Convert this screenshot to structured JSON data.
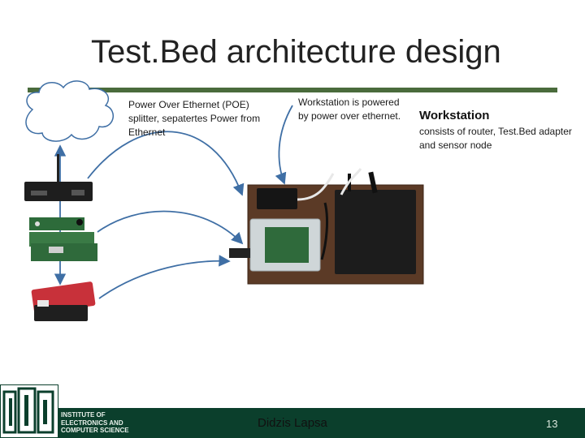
{
  "slide": {
    "title": "Test.Bed architecture design",
    "poe_text": "Power Over Ethernet (POE) splitter, sepatertes Power from Ethernet",
    "workstation_power_text": "Workstation is powered by power over ethernet.",
    "workstation_heading": "Workstation",
    "workstation_desc": "consists of router, Test.Bed adapter and sensor node"
  },
  "footer": {
    "institute_name": [
      "INSTITUTE OF",
      "ELECTRONICS AND",
      "COMPUTER SCIENCE"
    ],
    "presenter": "Didzis Lapsa",
    "page_number": "13"
  },
  "colors": {
    "accent_rule": "#4a6b3c",
    "footer": "#0b3f2c",
    "arrow": "#3f6fa5",
    "board": "#5b3a26"
  }
}
